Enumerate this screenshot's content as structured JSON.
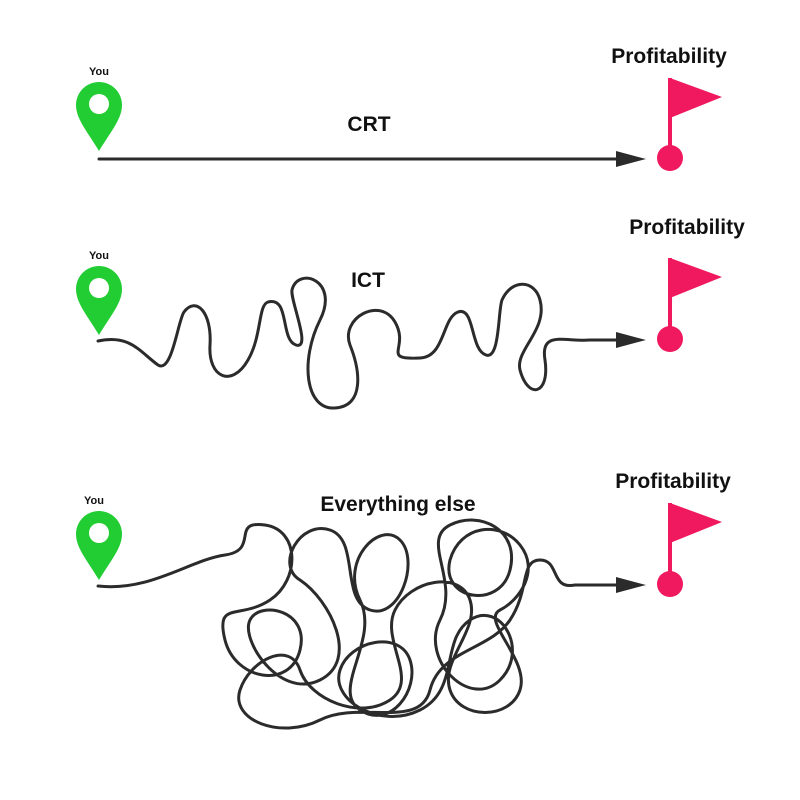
{
  "colors": {
    "pin": "#22cc33",
    "flag": "#f0185e",
    "line": "#2b2b2b"
  },
  "icons": {
    "start": "map-pin-icon",
    "goal": "flag-icon",
    "arrow": "arrowhead-icon"
  },
  "rows": [
    {
      "method": "CRT",
      "start_label": "You",
      "goal_label": "Profitability"
    },
    {
      "method": "ICT",
      "start_label": "You",
      "goal_label": "Profitability"
    },
    {
      "method": "Everything else",
      "start_label": "You",
      "goal_label": "Profitability"
    }
  ]
}
